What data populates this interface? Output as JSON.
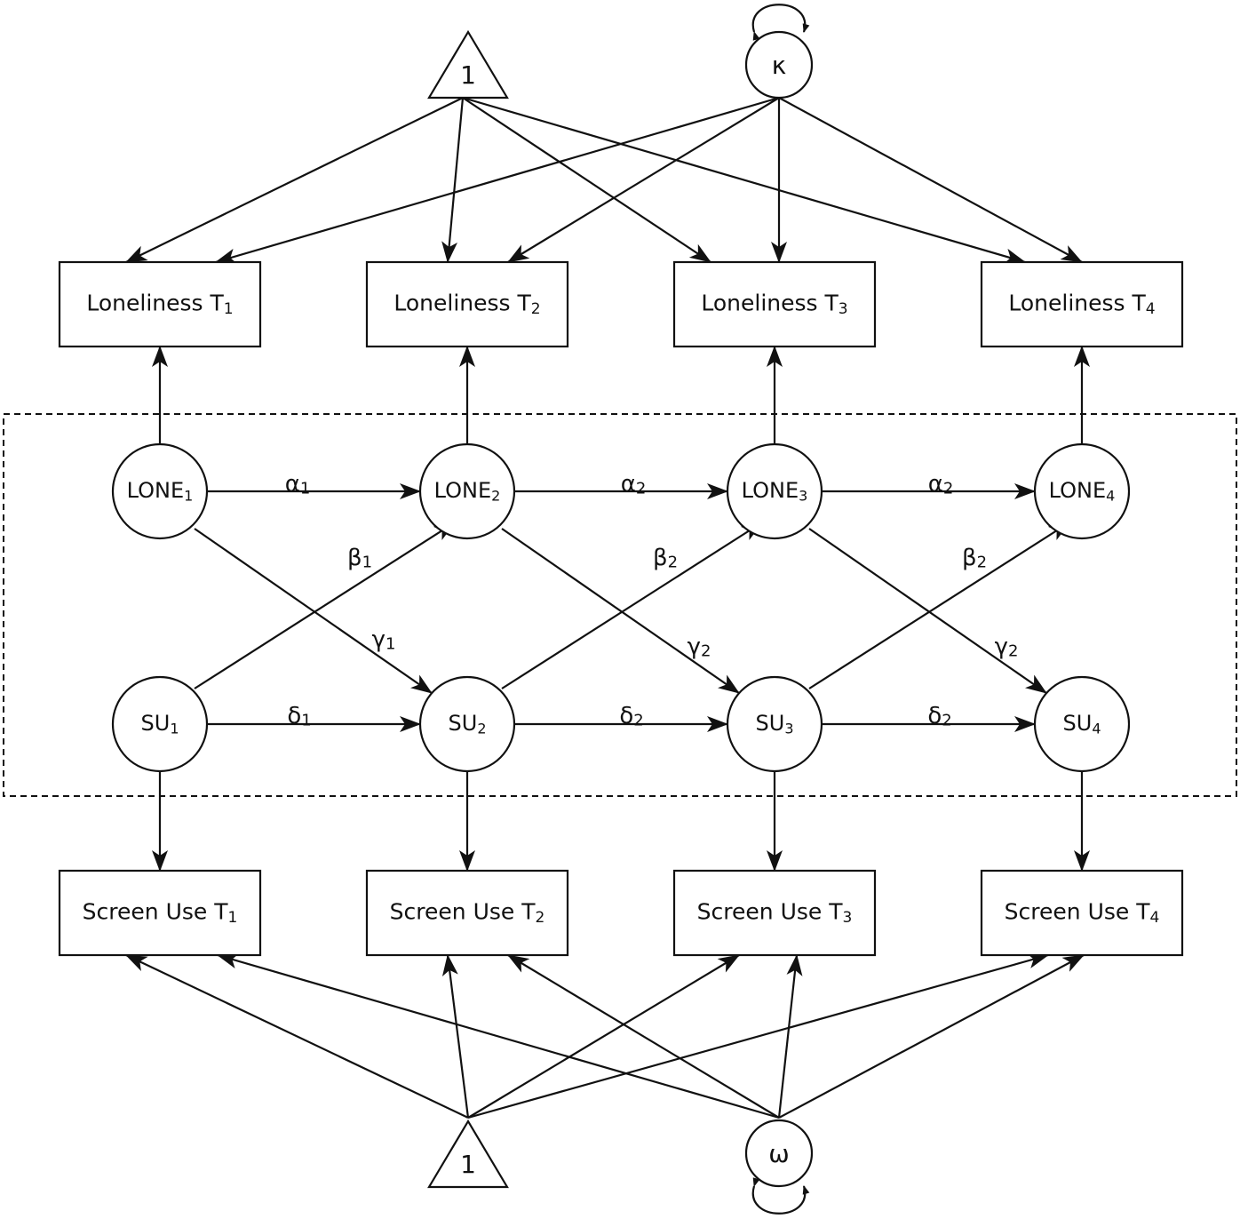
{
  "observed_top": [
    {
      "id": "LT1",
      "label": "Loneliness T1",
      "base": "Loneliness T",
      "sub": "1"
    },
    {
      "id": "LT2",
      "label": "Loneliness T2",
      "base": "Loneliness T",
      "sub": "2"
    },
    {
      "id": "LT3",
      "label": "Loneliness T3",
      "base": "Loneliness T",
      "sub": "3"
    },
    {
      "id": "LT4",
      "label": "Loneliness T4",
      "base": "Loneliness T",
      "sub": "4"
    }
  ],
  "observed_bottom": [
    {
      "id": "ST1",
      "label": "Screen Use T1",
      "base": "Screen Use T",
      "sub": "1"
    },
    {
      "id": "ST2",
      "label": "Screen Use T2",
      "base": "Screen Use T",
      "sub": "2"
    },
    {
      "id": "ST3",
      "label": "Screen Use T3",
      "base": "Screen Use T",
      "sub": "3"
    },
    {
      "id": "ST4",
      "label": "Screen Use T4",
      "base": "Screen Use T",
      "sub": "4"
    }
  ],
  "latent_lone": [
    {
      "id": "L1",
      "base": "LONE",
      "sub": "1"
    },
    {
      "id": "L2",
      "base": "LONE",
      "sub": "2"
    },
    {
      "id": "L3",
      "base": "LONE",
      "sub": "3"
    },
    {
      "id": "L4",
      "base": "LONE",
      "sub": "4"
    }
  ],
  "latent_su": [
    {
      "id": "S1",
      "base": "SU",
      "sub": "1"
    },
    {
      "id": "S2",
      "base": "SU",
      "sub": "2"
    },
    {
      "id": "S3",
      "base": "SU",
      "sub": "3"
    },
    {
      "id": "S4",
      "base": "SU",
      "sub": "4"
    }
  ],
  "constants": [
    {
      "id": "C_top",
      "label": "1"
    },
    {
      "id": "C_bottom",
      "label": "1"
    }
  ],
  "factors": [
    {
      "id": "K",
      "label": "κ"
    },
    {
      "id": "W",
      "label": "ω"
    }
  ],
  "path_labels": [
    {
      "id": "a1",
      "base": "α",
      "sub": "1"
    },
    {
      "id": "a2",
      "base": "α",
      "sub": "2"
    },
    {
      "id": "a3",
      "base": "α",
      "sub": "2"
    },
    {
      "id": "b1",
      "base": "β",
      "sub": "1"
    },
    {
      "id": "b2",
      "base": "β",
      "sub": "2"
    },
    {
      "id": "b3",
      "base": "β",
      "sub": "2"
    },
    {
      "id": "g1",
      "base": "γ",
      "sub": "1"
    },
    {
      "id": "g2",
      "base": "γ",
      "sub": "2"
    },
    {
      "id": "g3",
      "base": "γ",
      "sub": "2"
    },
    {
      "id": "d1",
      "base": "δ",
      "sub": "1"
    },
    {
      "id": "d2",
      "base": "δ",
      "sub": "2"
    },
    {
      "id": "d3",
      "base": "δ",
      "sub": "2"
    }
  ],
  "edges": [
    {
      "from": "C_top",
      "to": "LT1"
    },
    {
      "from": "C_top",
      "to": "LT2"
    },
    {
      "from": "C_top",
      "to": "LT3"
    },
    {
      "from": "C_top",
      "to": "LT4"
    },
    {
      "from": "K",
      "to": "LT1"
    },
    {
      "from": "K",
      "to": "LT2"
    },
    {
      "from": "K",
      "to": "LT3"
    },
    {
      "from": "K",
      "to": "LT4"
    },
    {
      "from": "L1",
      "to": "LT1"
    },
    {
      "from": "L2",
      "to": "LT2"
    },
    {
      "from": "L3",
      "to": "LT3"
    },
    {
      "from": "L4",
      "to": "LT4"
    },
    {
      "from": "L1",
      "to": "L2",
      "label": "a1"
    },
    {
      "from": "L2",
      "to": "L3",
      "label": "a2"
    },
    {
      "from": "L3",
      "to": "L4",
      "label": "a3"
    },
    {
      "from": "S1",
      "to": "L2",
      "label": "b1"
    },
    {
      "from": "S2",
      "to": "L3",
      "label": "b2"
    },
    {
      "from": "S3",
      "to": "L4",
      "label": "b3"
    },
    {
      "from": "L1",
      "to": "S2",
      "label": "g1"
    },
    {
      "from": "L2",
      "to": "S3",
      "label": "g2"
    },
    {
      "from": "L3",
      "to": "S4",
      "label": "g3"
    },
    {
      "from": "S1",
      "to": "S2",
      "label": "d1"
    },
    {
      "from": "S2",
      "to": "S3",
      "label": "d2"
    },
    {
      "from": "S3",
      "to": "S4",
      "label": "d3"
    },
    {
      "from": "S1",
      "to": "ST1"
    },
    {
      "from": "S2",
      "to": "ST2"
    },
    {
      "from": "S3",
      "to": "ST3"
    },
    {
      "from": "S4",
      "to": "ST4"
    },
    {
      "from": "C_bottom",
      "to": "ST1"
    },
    {
      "from": "C_bottom",
      "to": "ST2"
    },
    {
      "from": "C_bottom",
      "to": "ST3"
    },
    {
      "from": "C_bottom",
      "to": "ST4"
    },
    {
      "from": "W",
      "to": "ST1"
    },
    {
      "from": "W",
      "to": "ST2"
    },
    {
      "from": "W",
      "to": "ST3"
    },
    {
      "from": "W",
      "to": "ST4"
    }
  ],
  "self_loops": [
    {
      "node": "K"
    },
    {
      "node": "W"
    }
  ]
}
